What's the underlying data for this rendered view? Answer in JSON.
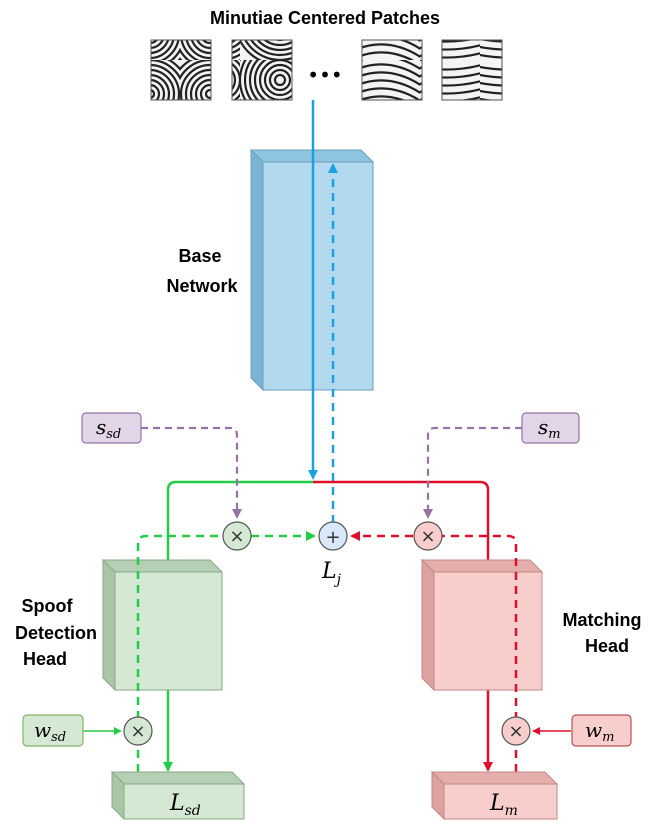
{
  "title": "Minutiae Centered Patches",
  "ellipsis": "•••",
  "base_network": {
    "line1": "Base",
    "line2": "Network"
  },
  "spoof_head": {
    "line1": "Spoof",
    "line2": "Detection",
    "line3": "Head"
  },
  "matching_head": {
    "line1": "Matching",
    "line2": "Head"
  },
  "weights": {
    "s_sd": {
      "base": "s",
      "sub": "sd"
    },
    "s_m": {
      "base": "s",
      "sub": "m"
    },
    "w_sd": {
      "base": "w",
      "sub": "sd"
    },
    "w_m": {
      "base": "w",
      "sub": "m"
    }
  },
  "losses": {
    "L_j": {
      "base": "L",
      "sub": "j"
    },
    "L_sd": {
      "base": "L",
      "sub": "sd"
    },
    "L_m": {
      "base": "L",
      "sub": "m"
    }
  },
  "operators": {
    "multiply": "×",
    "add": "+"
  },
  "colors": {
    "base_network_fill": "#b3d9ee",
    "spoof_fill": "#d5e8d4",
    "matching_fill": "#f8cecc",
    "blue_flow": "#1ba1e2",
    "green_flow": "#22cc44",
    "red_flow": "#e0102a",
    "purple_flow": "#9673a6",
    "s_box_fill": "#e1d5e7",
    "w_box_fill": "#d5e8d4",
    "wm_box_fill": "#f8cecc"
  }
}
